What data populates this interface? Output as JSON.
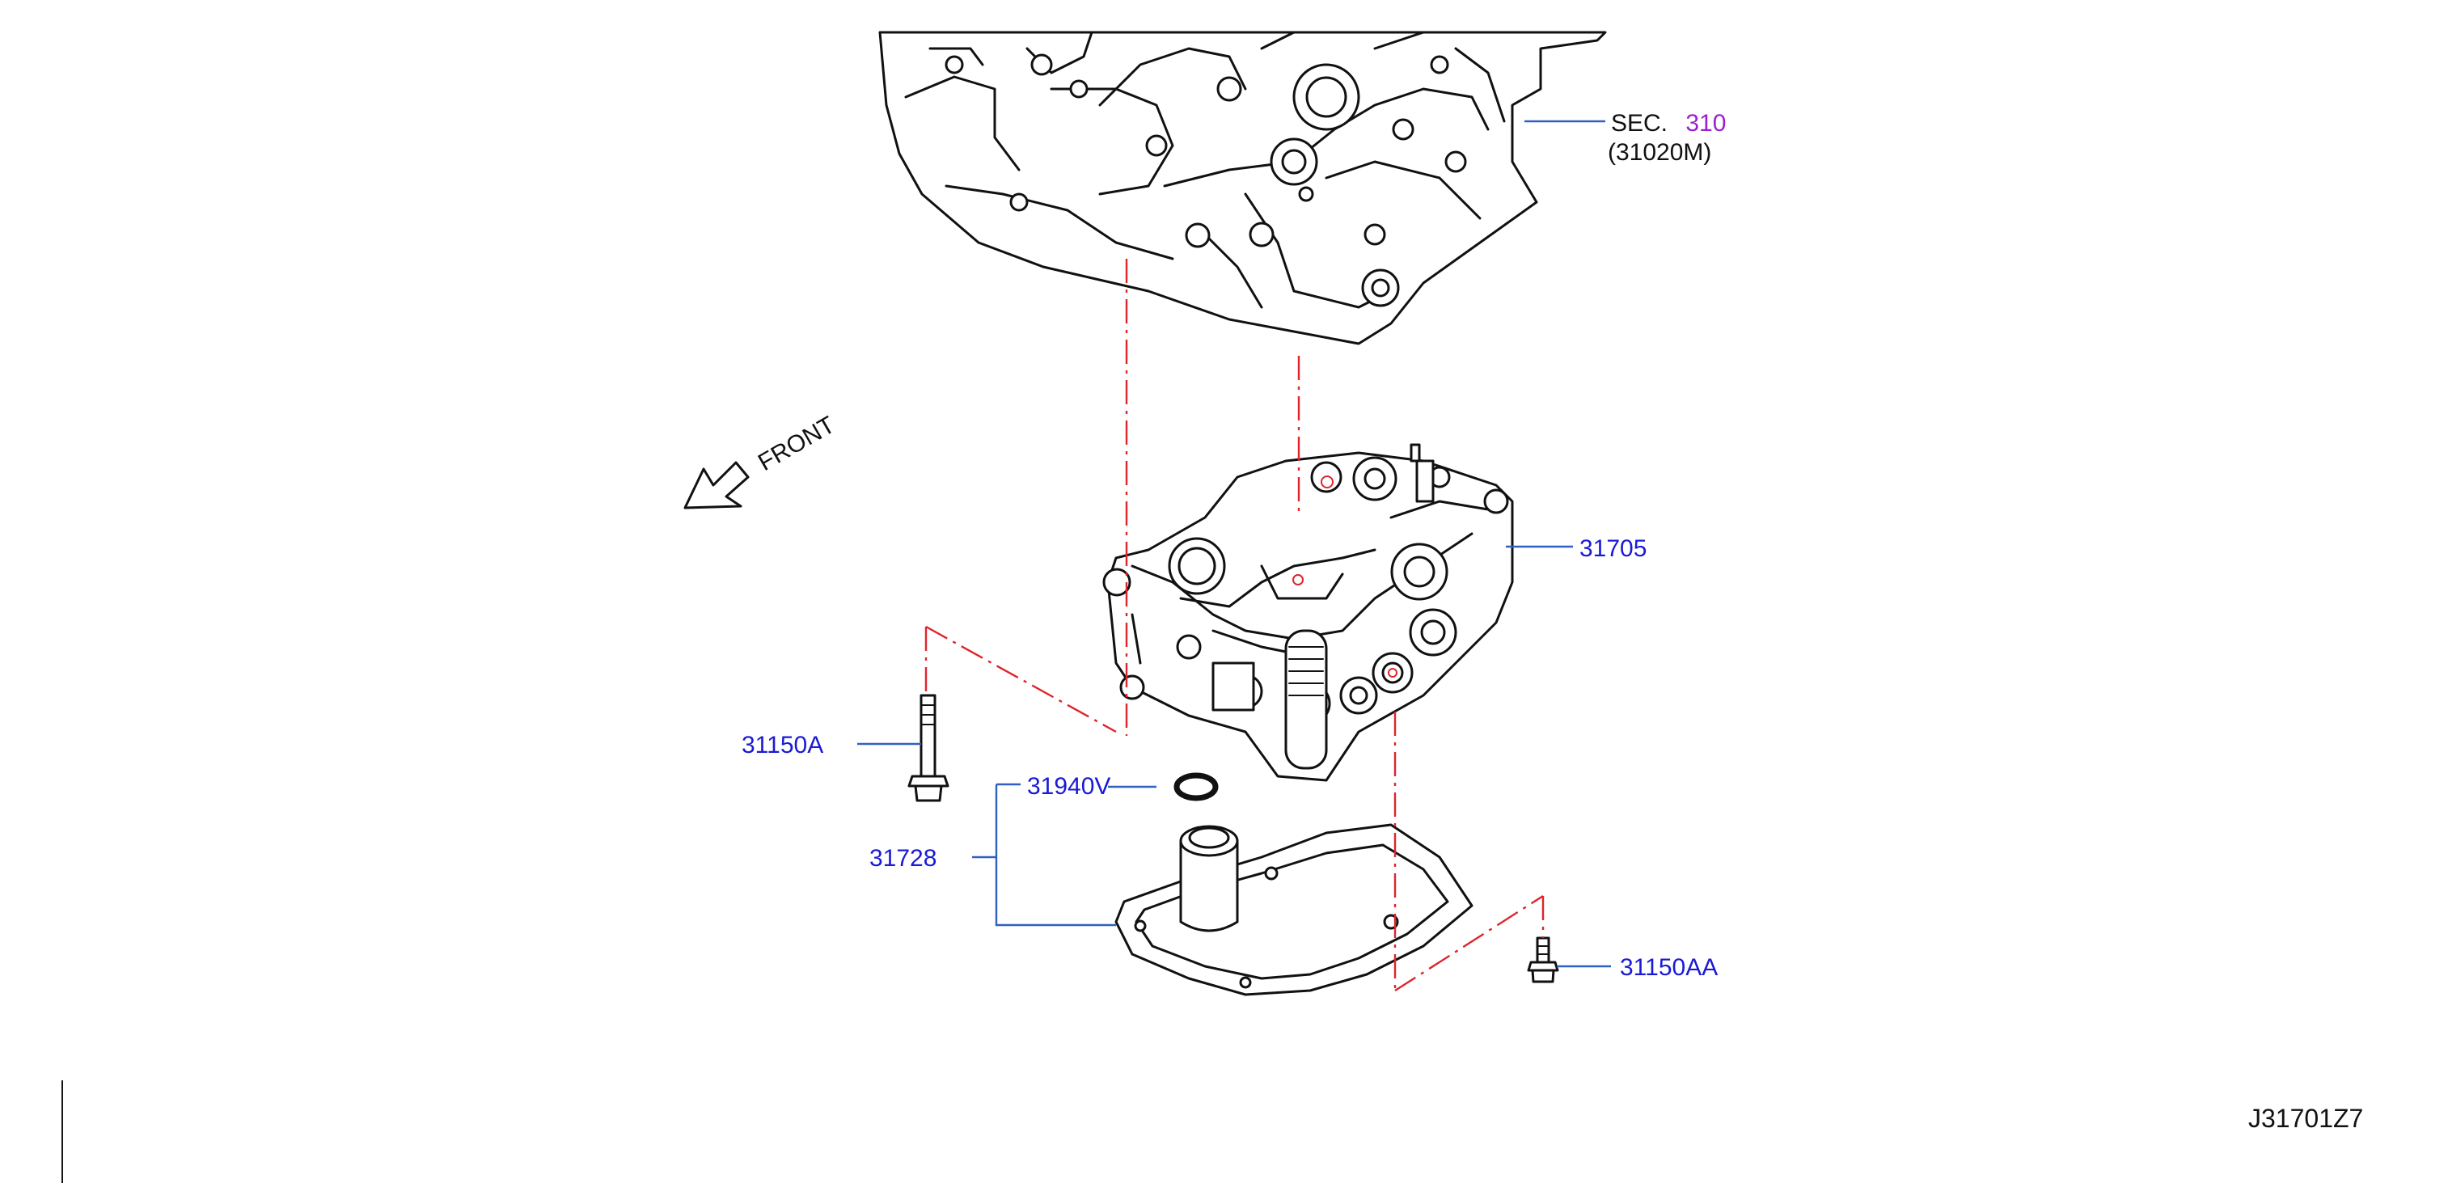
{
  "labels": {
    "sec_prefix": "SEC.",
    "sec_number": "310",
    "sec_sub": "(31020M)",
    "front": "FRONT",
    "p31705": "31705",
    "p31150A": "31150A",
    "p31940V": "31940V",
    "p31728": "31728",
    "p31150AA": "31150AA",
    "diagram_code": "J31701Z7"
  },
  "colors": {
    "part_label": "#1a1ad6",
    "sec_number": "#9b1fd1",
    "leader": "#3060c0",
    "centerline": "#e0242c",
    "ink": "#111111"
  },
  "icons": {
    "front_arrow": "front-arrow-icon"
  }
}
